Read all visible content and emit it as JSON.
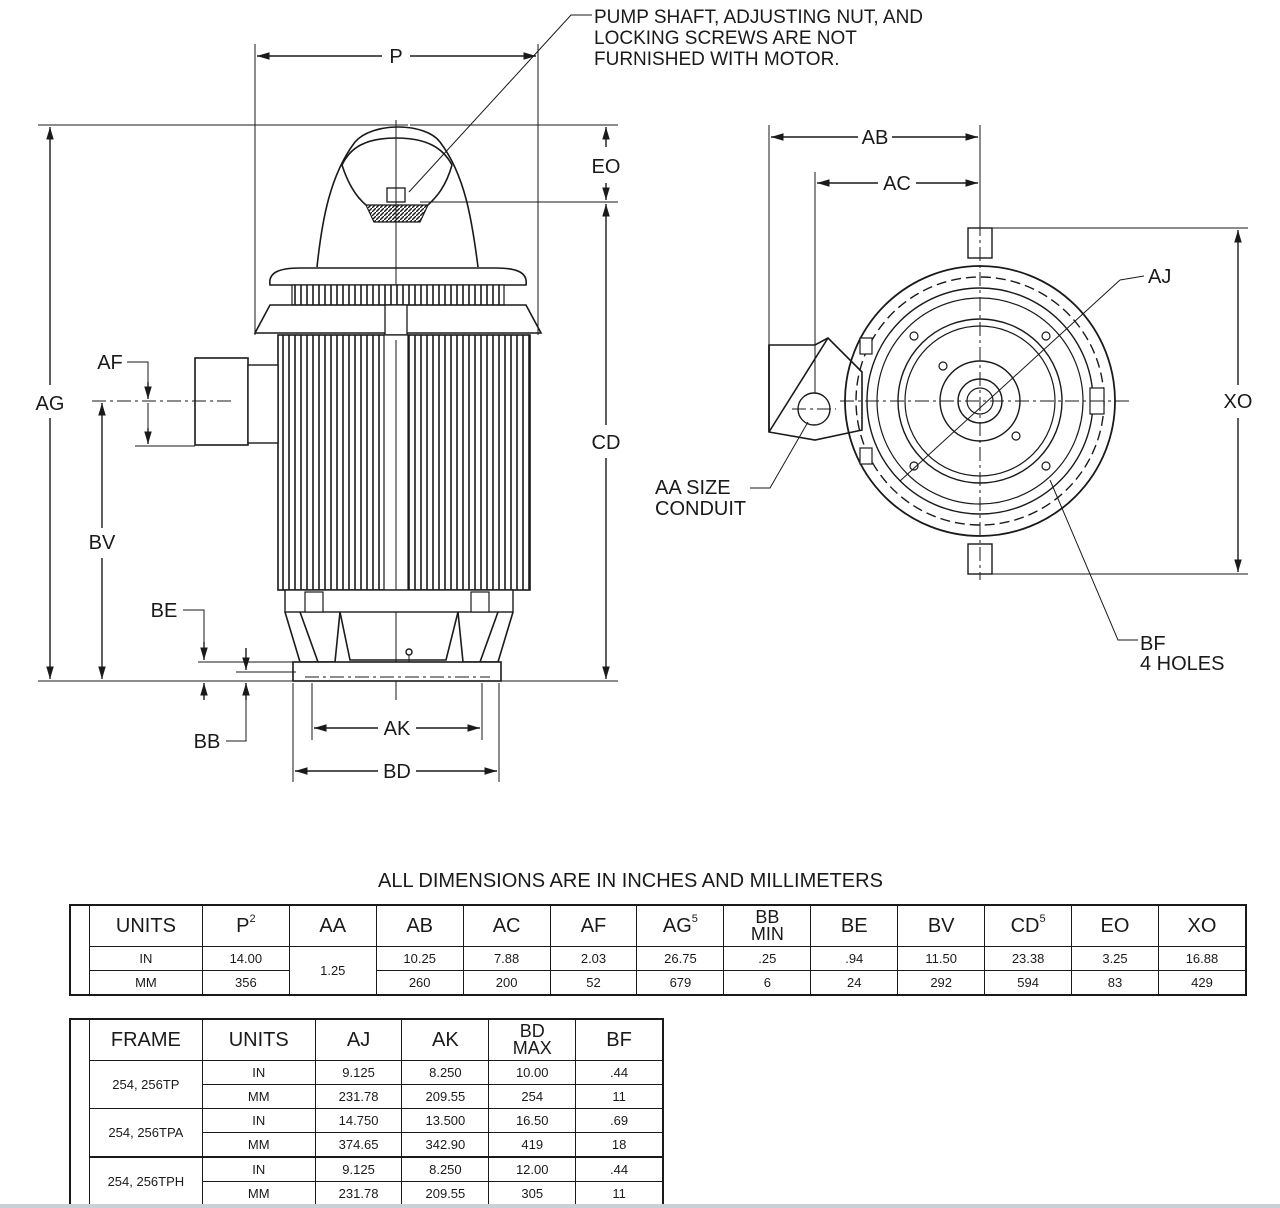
{
  "note": {
    "line1": "PUMP SHAFT, ADJUSTING NUT, AND",
    "line2": "LOCKING SCREWS ARE NOT",
    "line3": "FURNISHED WITH MOTOR."
  },
  "side_view_labels": {
    "p": "P",
    "eo": "EO",
    "ag": "AG",
    "af": "AF",
    "cd": "CD",
    "bv": "BV",
    "be": "BE",
    "bb": "BB",
    "ak": "AK",
    "bd": "BD"
  },
  "end_view_labels": {
    "ab": "AB",
    "ac": "AC",
    "aj": "AJ",
    "xo": "XO",
    "aa_line1": "AA SIZE",
    "aa_line2": "CONDUIT",
    "bf_line1": "BF",
    "bf_line2": "4 HOLES"
  },
  "dimensions_title": "ALL DIMENSIONS ARE IN INCHES AND MILLIMETERS",
  "table1": {
    "headers": {
      "units": "UNITS",
      "p": "P",
      "p_sup": "2",
      "aa": "AA",
      "ab": "AB",
      "ac": "AC",
      "af": "AF",
      "ag": "AG",
      "ag_sup": "5",
      "bb_line1": "BB",
      "bb_line2": "MIN",
      "be": "BE",
      "bv": "BV",
      "cd": "CD",
      "cd_sup": "5",
      "eo": "EO",
      "xo": "XO"
    },
    "aa_value": "1.25",
    "rows": [
      {
        "units": "IN",
        "p": "14.00",
        "ab": "10.25",
        "ac": "7.88",
        "af": "2.03",
        "ag": "26.75",
        "bb": ".25",
        "be": ".94",
        "bv": "11.50",
        "cd": "23.38",
        "eo": "3.25",
        "xo": "16.88"
      },
      {
        "units": "MM",
        "p": "356",
        "ab": "260",
        "ac": "200",
        "af": "52",
        "ag": "679",
        "bb": "6",
        "be": "24",
        "bv": "292",
        "cd": "594",
        "eo": "83",
        "xo": "429"
      }
    ]
  },
  "table2": {
    "headers": {
      "frame": "FRAME",
      "units": "UNITS",
      "aj": "AJ",
      "ak": "AK",
      "bd_line1": "BD",
      "bd_line2": "MAX",
      "bf": "BF"
    },
    "groups": [
      {
        "frame": "254, 256TP",
        "rows": [
          {
            "units": "IN",
            "aj": "9.125",
            "ak": "8.250",
            "bd": "10.00",
            "bf": ".44"
          },
          {
            "units": "MM",
            "aj": "231.78",
            "ak": "209.55",
            "bd": "254",
            "bf": "11"
          }
        ]
      },
      {
        "frame": "254, 256TPA",
        "rows": [
          {
            "units": "IN",
            "aj": "14.750",
            "ak": "13.500",
            "bd": "16.50",
            "bf": ".69"
          },
          {
            "units": "MM",
            "aj": "374.65",
            "ak": "342.90",
            "bd": "419",
            "bf": "18"
          }
        ]
      },
      {
        "frame": "254, 256TPH",
        "rows": [
          {
            "units": "IN",
            "aj": "9.125",
            "ak": "8.250",
            "bd": "12.00",
            "bf": ".44"
          },
          {
            "units": "MM",
            "aj": "231.78",
            "ak": "209.55",
            "bd": "305",
            "bf": "11"
          }
        ]
      }
    ]
  }
}
